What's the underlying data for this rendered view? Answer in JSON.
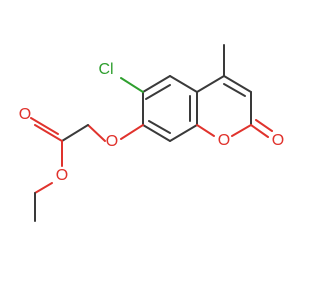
{
  "molecule": {
    "atoms": [
      {
        "id": "Cl",
        "label": "Cl",
        "color": "#2f9f2f"
      },
      {
        "id": "O_ether",
        "label": "O",
        "color": "#e0332d"
      },
      {
        "id": "O_ring",
        "label": "O",
        "color": "#e0332d"
      },
      {
        "id": "O_carbonyl",
        "label": "O",
        "color": "#e0332d"
      },
      {
        "id": "O_ester_carbonyl",
        "label": "O",
        "color": "#e0332d"
      },
      {
        "id": "O_ester",
        "label": "O",
        "color": "#e0332d"
      }
    ],
    "colors": {
      "bond": "#3a3a3a",
      "oxygen": "#e0332d",
      "chlorine": "#2f9f2f",
      "background": "#ffffff"
    }
  }
}
